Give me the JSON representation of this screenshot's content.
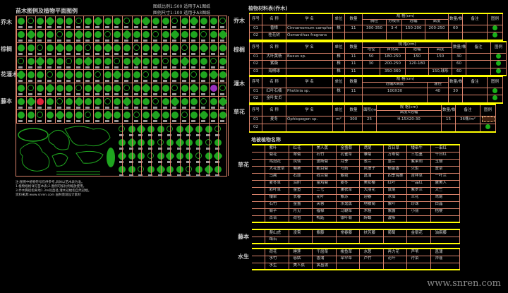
{
  "left": {
    "title": "苗木图例及植物平面图例",
    "info_line1": "图纸比例1:500 适用于A1图纸",
    "info_line2": "图例尺寸1:100 适用于A3图纸",
    "side_labels": [
      "乔木",
      "棕榈",
      "花灌木",
      "藤本"
    ],
    "notes": [
      "注:图例中植物符号仅供参考,具体以苗木表为准。",
      "1.植物规格详见苗木表;2.图例可按比例缩放使用。",
      "3.乔木胸径指离地1.3m处直径,灌木冠幅指自然冠幅。",
      "资料来源:www.snren.com 园林景观设计素材"
    ]
  },
  "right": {
    "title": "植物材料表(乔木)",
    "side_labels": [
      "乔木",
      "棕榈",
      "灌木",
      "草花"
    ],
    "tables": [
      {
        "head": [
          "序号",
          "名 称",
          "学 名",
          "单位",
          "数量",
          "规 格(cm)",
          "数量/株",
          "备注",
          "图例"
        ],
        "sub": [
          "胸径",
          "分枝点",
          "冠幅",
          "高度"
        ],
        "rows": [
          [
            "01",
            "香樟",
            "Cinnamomum camphora (L.) Presl",
            "株",
            "11",
            "300-350",
            "3-4",
            "150-200",
            "200-250",
            "60",
            "",
            ""
          ],
          [
            "02",
            "桂花树",
            "Osmanthus fragrans",
            "",
            "",
            "",
            "",
            "",
            "",
            "",
            "",
            ""
          ]
        ],
        "legend_color": "#1fa51f"
      },
      {
        "head": [
          "序号",
          "名 称",
          "学 名",
          "单位",
          "数量",
          "规 格(cm)",
          "数量/株",
          "备注",
          "图例"
        ],
        "sub": [
          "地径",
          "自然高",
          "冠幅",
          "高度"
        ],
        "rows": [
          [
            "01",
            "大叶黄杨",
            "Buxus sp.",
            "株",
            "11",
            "50",
            "180-250",
            "150",
            "150",
            "30",
            "",
            ""
          ],
          [
            "02",
            "紫薇",
            "",
            "株",
            "11",
            "30",
            "200-250",
            "120-180",
            "",
            "60",
            "",
            ""
          ],
          [
            "03",
            "海桐球",
            "",
            "株",
            "11",
            "",
            "350-360",
            "",
            "150,球形",
            "60",
            "",
            ""
          ]
        ]
      },
      {
        "head": [
          "序号",
          "名 称",
          "学 名",
          "单位",
          "数量",
          "规 格(cm)",
          "数量/株",
          "备注",
          "图例"
        ],
        "sub": [
          "冠幅X高度",
          "蓬径"
        ],
        "rows": [
          [
            "01",
            "红叶石楠",
            "Photinia sp.",
            "株",
            "11",
            "100X30",
            "40",
            "30",
            "",
            ""
          ],
          [
            "02",
            "金叶女贞",
            "",
            "",
            "",
            "",
            "",
            "",
            "",
            ""
          ]
        ]
      },
      {
        "head": [
          "序号",
          "名 称",
          "学 名",
          "单位",
          "数量",
          "面积(m²)",
          "规 格(cm)",
          "数量/株",
          "备注",
          "图例"
        ],
        "sub": [
          "高度X冠幅"
        ],
        "rows": [
          [
            "01",
            "麦冬",
            "Ophiopogon sp.",
            "m²",
            "300",
            "25",
            "H.15X20-30",
            "15",
            "36株/m²",
            ""
          ],
          [
            "02",
            "",
            "",
            "",
            "",
            "",
            "",
            "",
            "",
            ""
          ]
        ]
      }
    ],
    "ground_title": "地被植物名称",
    "ground_side": [
      "草花",
      "藤本",
      "水生"
    ],
    "ground_main": [
      [
        "紫叶",
        "红花",
        "美人蕉",
        "金盏菊",
        "鸢尾",
        "百日草",
        "矮牵牛",
        "一串红"
      ],
      [
        "菊花",
        "翠菊",
        "石竹",
        "孔雀草",
        "雏菊",
        "万寿菊",
        "三色堇",
        "千日红"
      ],
      [
        "鸡冠花",
        "凤仙",
        "波斯菊",
        "月季",
        "葱兰",
        "韭兰",
        "紫茉莉",
        "玉簪"
      ],
      [
        "大花萱草",
        "蜀葵",
        "蛇目菊",
        "芍药",
        "风信子",
        "郁金香",
        "火炬",
        "萱草"
      ],
      [
        "马蔺",
        "石蒜",
        "荷兰菊",
        "紫菀",
        "菖蒲",
        "四季海棠",
        "吉祥草",
        "一叶兰"
      ],
      [
        "麦冬草",
        "沿阶",
        "金鸡菊",
        "麦冬",
        "美女樱",
        "红叶",
        "一品红",
        "虞美人"
      ],
      [
        "彩叶草",
        "金鱼",
        "三七",
        "薰衣草",
        "大丽花",
        "鼠尾",
        "紫罗兰",
        "天竺"
      ],
      [
        "矮牵",
        "长春",
        "花叶",
        "紫苏",
        "迎春",
        "水仙",
        "兰花",
        "鸢尾"
      ],
      [
        "石竹",
        "金盏",
        "芙蓉",
        "水鬼蕉",
        "地被菊",
        "紫叶",
        "珍珠",
        "白晶"
      ],
      [
        "菊芋",
        "月见",
        "福禄",
        "马鞭草",
        "木槿",
        "紫露",
        "小丽",
        "桔梗"
      ],
      [
        "百合",
        "荷包",
        "鸭跖",
        "银叶菊",
        "醉蝶",
        "波斯",
        "",
        ""
      ]
    ],
    "ground_vine": [
      [
        "爬山虎",
        "凌霄",
        "紫藤",
        "常春藤",
        "扶芳藤",
        "葡萄",
        "金银花",
        "油麻藤"
      ],
      [
        "络石",
        "",
        "",
        "",
        "",
        "",
        "",
        ""
      ]
    ],
    "ground_water": [
      [
        "荷花",
        "睡莲",
        "千屈菜",
        "梭鱼草",
        "水葱",
        "再力花",
        "芦苇",
        "菖蒲"
      ],
      [
        "水竹",
        "慈姑",
        "香蒲",
        "旱伞草",
        "芦竹",
        "花叶",
        "荇菜",
        "萍蓬"
      ],
      [
        "水生",
        "美人蕉",
        "黄菖蒲",
        "",
        "",
        "",
        "",
        ""
      ]
    ]
  },
  "watermark": "www.snren.com",
  "colors": {
    "symbol": "#1fa51f",
    "grid": "#d9826a",
    "rule": "#ffff00",
    "text": "#c8c8c8"
  }
}
